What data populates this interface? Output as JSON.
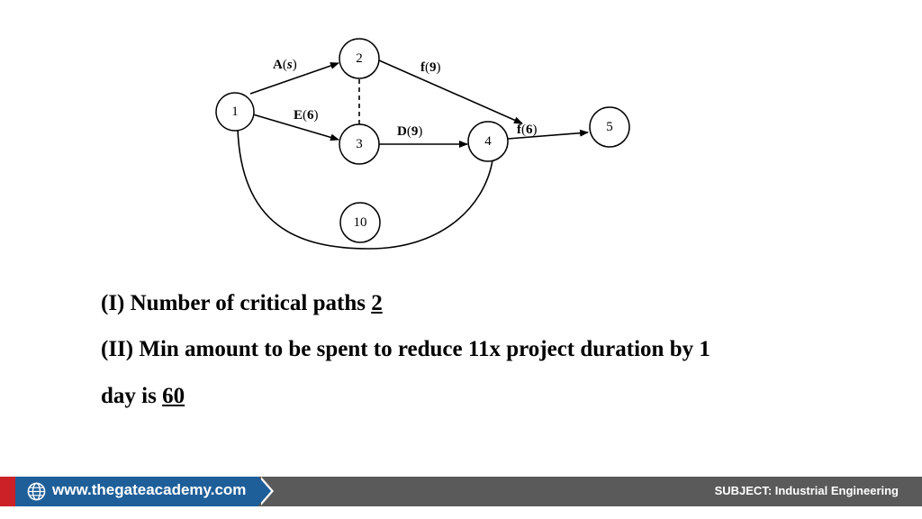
{
  "diagram": {
    "nodes": [
      "1",
      "2",
      "3",
      "4",
      "5",
      "10"
    ],
    "edges": {
      "a": {
        "letter": "A",
        "duration": "s"
      },
      "e": {
        "letter": "E",
        "duration": "6"
      },
      "f_top": {
        "letter": "f",
        "duration": "9"
      },
      "d": {
        "letter": "D",
        "duration": "9"
      },
      "f_right": {
        "letter": "f",
        "duration": "6"
      }
    }
  },
  "text": {
    "line1_prefix": "(I)  Number of  critical  paths ",
    "line1_answer": "2",
    "line2": "(II)  Min amount to be spent to reduce 11x  project  duration by 1",
    "line3_prefix": "day is ",
    "line3_answer": "60"
  },
  "footer": {
    "website": "www.thegateacademy.com",
    "subject": "SUBJECT: Industrial Engineering",
    "colors": {
      "bar": "#5a5a5a",
      "banner": "#1f5f99",
      "accent": "#cc2127"
    }
  }
}
